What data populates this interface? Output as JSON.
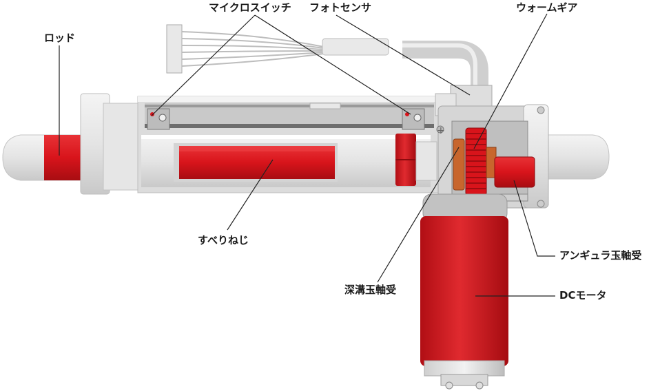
{
  "labels": {
    "rod": "ロッド",
    "micro_switch": "マイクロスイッチ",
    "photo_sensor": "フォトセンサ",
    "worm_gear": "ウォームギア",
    "slide_screw": "すべりねじ",
    "angular_bearing": "アンギュラ玉軸受",
    "deep_groove_bearing": "深溝玉軸受",
    "dc_motor": "DCモータ"
  },
  "colors": {
    "highlight_red": "#d8141b",
    "body_light": "#ececec",
    "body_mid": "#d6d6d6",
    "body_dark": "#9a9a9a",
    "gear_orange": "#c8662d",
    "leader_line": "#222222"
  }
}
